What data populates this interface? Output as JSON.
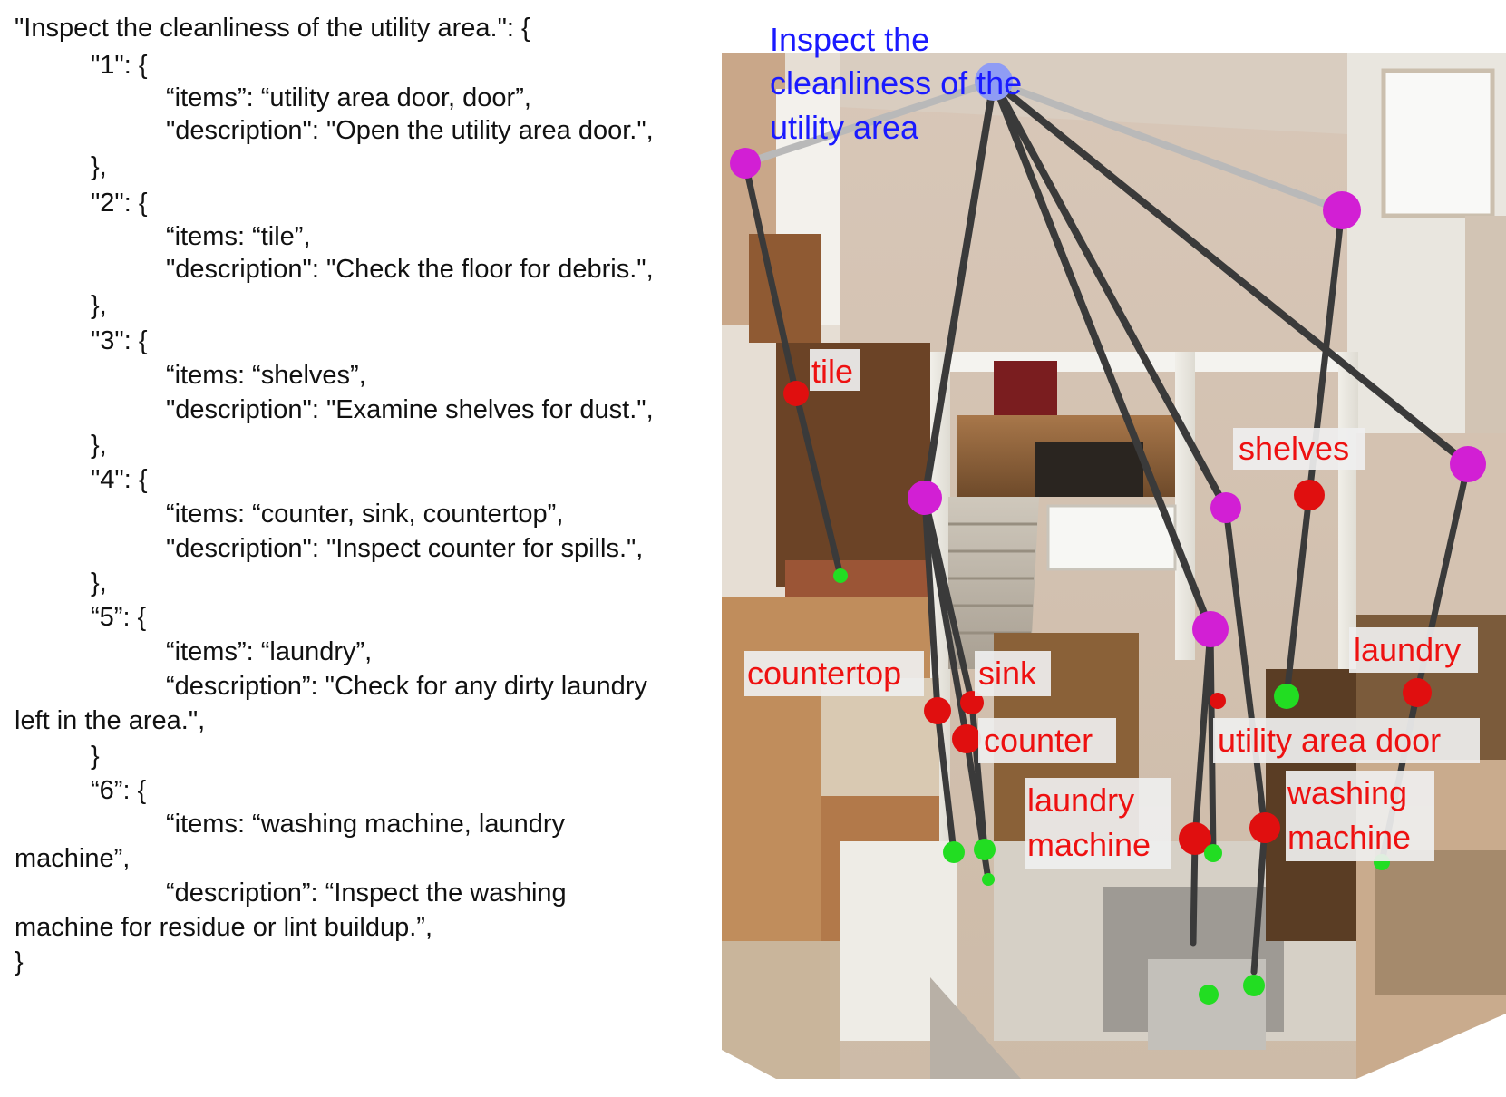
{
  "code_lines": [
    "\"Inspect the cleanliness of the utility area.\": {",
    "\"1\": {",
    "“items”: “utility area door, door”,",
    "\"description\": \"Open the utility area door.\",",
    "},",
    "\"2\": {",
    "“items: “tile”,",
    "\"description\": \"Check the floor for debris.\",",
    "},",
    "\"3\": {",
    "“items: “shelves”,",
    "\"description\": \"Examine shelves for dust.\",",
    "},",
    "\"4\": {",
    "“items: “counter, sink, countertop”,",
    "\"description\": \"Inspect counter for spills.\",",
    "},",
    "“5”: {",
    "“items”: “laundry”,",
    "“description”: \"Check for any dirty laundry",
    "left in the area.\",",
    "}",
    "“6”: {",
    "“items: “washing machine, laundry",
    "machine”,",
    "“description”: “Inspect the washing",
    "machine for residue or lint buildup.”,",
    "}"
  ],
  "diagram": {
    "root_title_lines": [
      "Inspect the",
      "cleanliness of the",
      "utility area"
    ],
    "labels": {
      "tile": "tile",
      "shelves": "shelves",
      "countertop": "countertop",
      "sink": "sink",
      "laundry": "laundry",
      "counter": "counter",
      "utility_area_door": "utility area door",
      "laundry_machine_1": "laundry",
      "laundry_machine_2": "machine",
      "washing_machine_1": "washing",
      "washing_machine_2": "machine"
    },
    "colors": {
      "root_text": "#1a1aff",
      "label_text": "#ee1111",
      "root_node": "#8f9cf4",
      "subtask_node": "#d21fd4",
      "object_node": "#e00f0f",
      "anchor_node": "#22dd22",
      "edge": "#3a3a3a",
      "label_bg": "#efefef"
    }
  }
}
